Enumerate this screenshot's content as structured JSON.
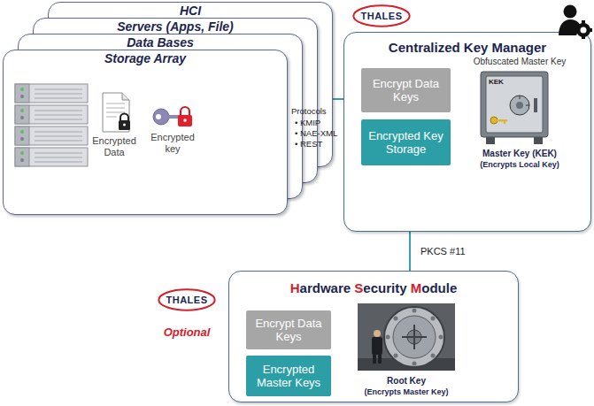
{
  "diagram": {
    "nodes": [
      {
        "text": [
          "HCI"
        ]
      },
      {
        "text": [
          "Servers (Apps, File)"
        ]
      },
      {
        "text": [
          "Data Bases"
        ]
      },
      {
        "text": [
          "Storage Array"
        ]
      },
      {
        "text": [
          "THALES"
        ]
      },
      {
        "text": [
          "Centralized Key Manager"
        ]
      },
      {
        "text": [
          "Encrypt Data Keys"
        ],
        "in": 5
      },
      {
        "text": [
          "Encrypted Key Storage"
        ],
        "in": 5
      },
      {
        "text": [
          "THALES"
        ]
      },
      {
        "text": [
          "Hardware Security Module"
        ]
      },
      {
        "text": [
          "Encrypt Data Keys"
        ],
        "in": 9
      },
      {
        "text": [
          "Encrypted Master Keys"
        ],
        "in": 9
      }
    ],
    "edges": [
      {
        "from": 3,
        "to": 5,
        "arrow": "none"
      },
      {
        "from": 5,
        "to": 9,
        "arrow": "none",
        "label": "PKCS #11"
      }
    ],
    "labels": [
      "Encrypted Data",
      "Encrypted key",
      "Protocols",
      "• KMIP",
      "• NAE-XML",
      "• REST",
      "Obfuscated Master Key",
      "KEK",
      "Master Key (KEK)",
      "(Encrypts Local Key)",
      "Optional",
      "Root Key",
      "(Encrypts Master Key)"
    ]
  }
}
